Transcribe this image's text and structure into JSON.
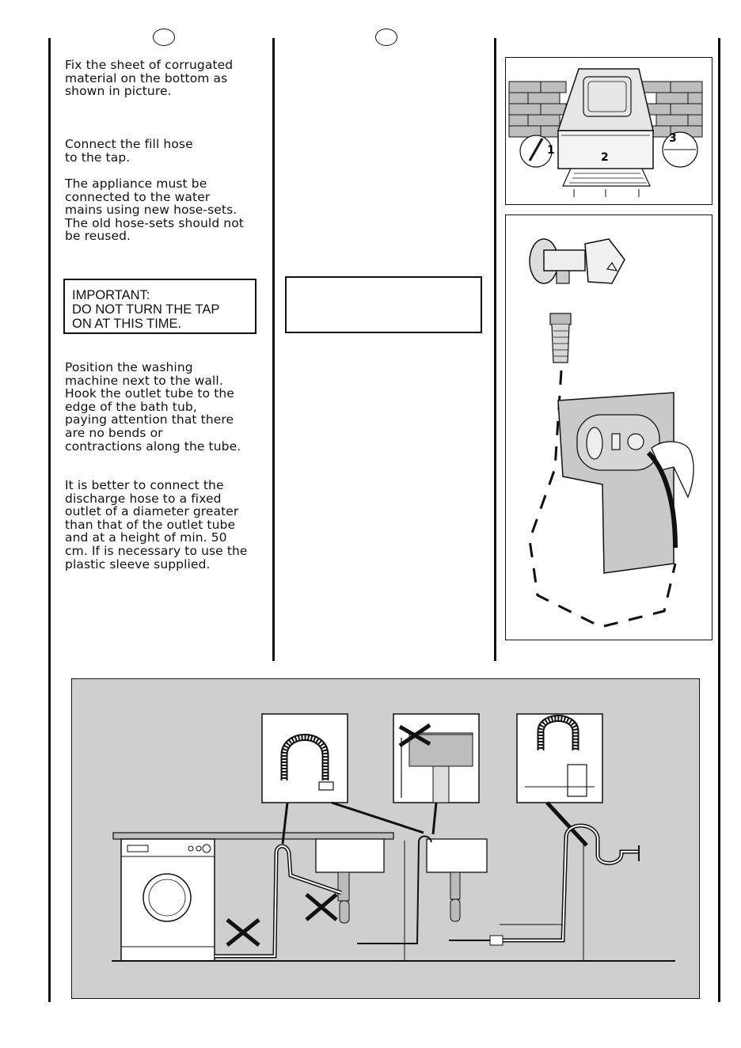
{
  "left_column": {
    "paragraph_1": [
      "Fix the sheet of corrugated",
      "material on the bottom as",
      "shown in picture."
    ],
    "paragraph_2": [
      "Connect the fill hose",
      "to the tap."
    ],
    "paragraph_3": [
      "The appliance must be",
      "connected to the water",
      "mains using new hose-sets.",
      "The old hose-sets should not",
      "be reused."
    ],
    "important_box": [
      "IMPORTANT:",
      "DO NOT TURN THE TAP",
      "ON AT THIS TIME."
    ],
    "paragraph_4": [
      "Position the washing",
      "machine next to the wall.",
      "Hook the outlet tube to the",
      "edge of the bath tub,",
      "paying attention that there",
      "are no bends or",
      "contractions along the tube."
    ],
    "paragraph_5": [
      "It is better to connect the",
      "discharge hose to a fixed",
      "outlet of a diameter greater",
      "than that of the outlet tube",
      "and at a height of min. 50",
      "cm. If is necessary to use the",
      "plastic sleeve supplied."
    ]
  },
  "figure_top": {
    "callouts": [
      "1",
      "2",
      "3"
    ]
  },
  "colors": {
    "ink": "#111111",
    "panel_gray": "#cfcfcf",
    "wall_gray": "#bdbdbd"
  }
}
